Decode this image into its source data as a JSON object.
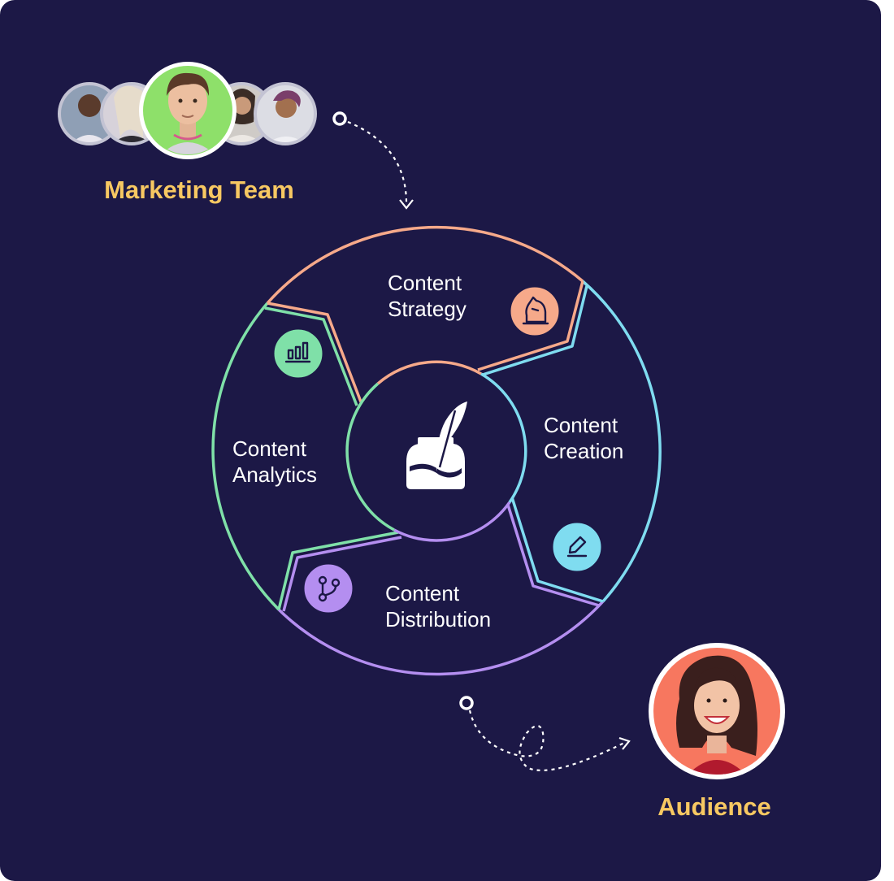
{
  "team": {
    "label": "Marketing Team"
  },
  "audience": {
    "label": "Audience"
  },
  "segments": [
    {
      "line1": "Content",
      "line2": "Strategy",
      "icon": "chess-knight-icon",
      "color": "#f6a98a"
    },
    {
      "line1": "Content",
      "line2": "Creation",
      "icon": "pencil-icon",
      "color": "#7fdcf0"
    },
    {
      "line1": "Content",
      "line2": "Distribution",
      "icon": "branch-icon",
      "color": "#b48ef0"
    },
    {
      "line1": "Content",
      "line2": "Analytics",
      "icon": "bar-chart-icon",
      "color": "#7fe0a8"
    }
  ],
  "hub": {
    "icon": "quill-inkwell-icon"
  },
  "colors": {
    "background": "#1c1846",
    "label_accent": "#f7c862",
    "avatar_ring": "#ffffff",
    "team_highlight": "#8ee06a",
    "audience_bg": "#f7775f"
  }
}
